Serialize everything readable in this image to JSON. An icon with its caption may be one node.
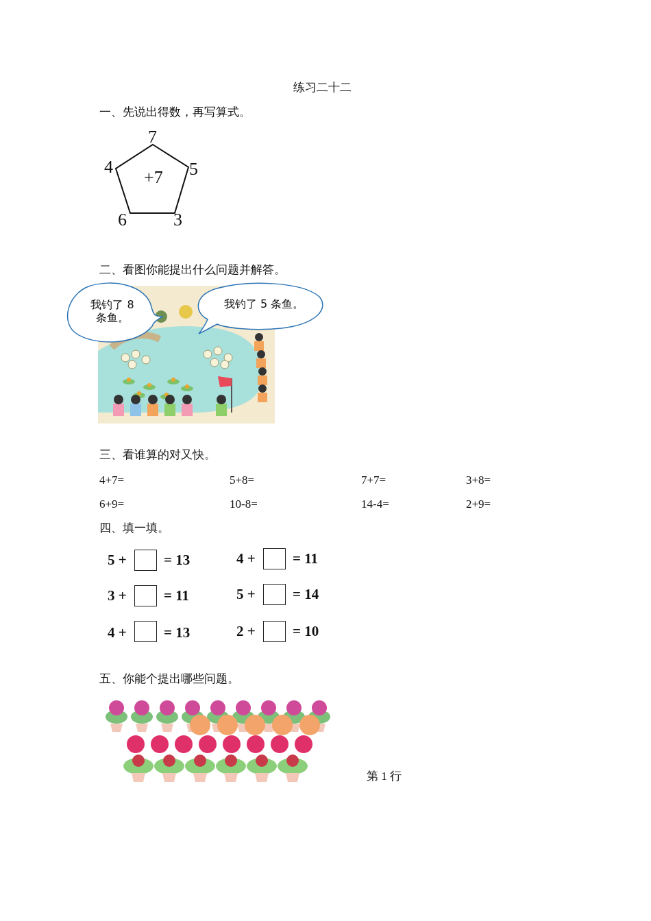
{
  "diagram": {
    "title": "练习二十二",
    "nodes": [
      {
        "text": [
          "+7"
        ]
      },
      {
        "text": [
          "我钓了 8条鱼。"
        ]
      },
      {
        "text": [
          "我钓了 5 条鱼。"
        ]
      }
    ],
    "labels": [
      "一、先说出得数，再写算式。",
      "7",
      "4",
      "5",
      "6",
      "3",
      "二、看图你能提出什么问题并解答。",
      "三、看谁算的对又快。",
      "4+7=",
      "5+8=",
      "7+7=",
      "3+8=",
      "6+9=",
      "10-8=",
      "14-4=",
      "2+9=",
      "四、填一填。",
      "5 +",
      "= 13",
      "4 +",
      "= 11",
      "3 +",
      "= 11",
      "5 +",
      "= 14",
      "4 +",
      "= 13",
      "2 +",
      "= 10",
      "五、你能个提出哪些问题。",
      "第 1 行"
    ]
  }
}
